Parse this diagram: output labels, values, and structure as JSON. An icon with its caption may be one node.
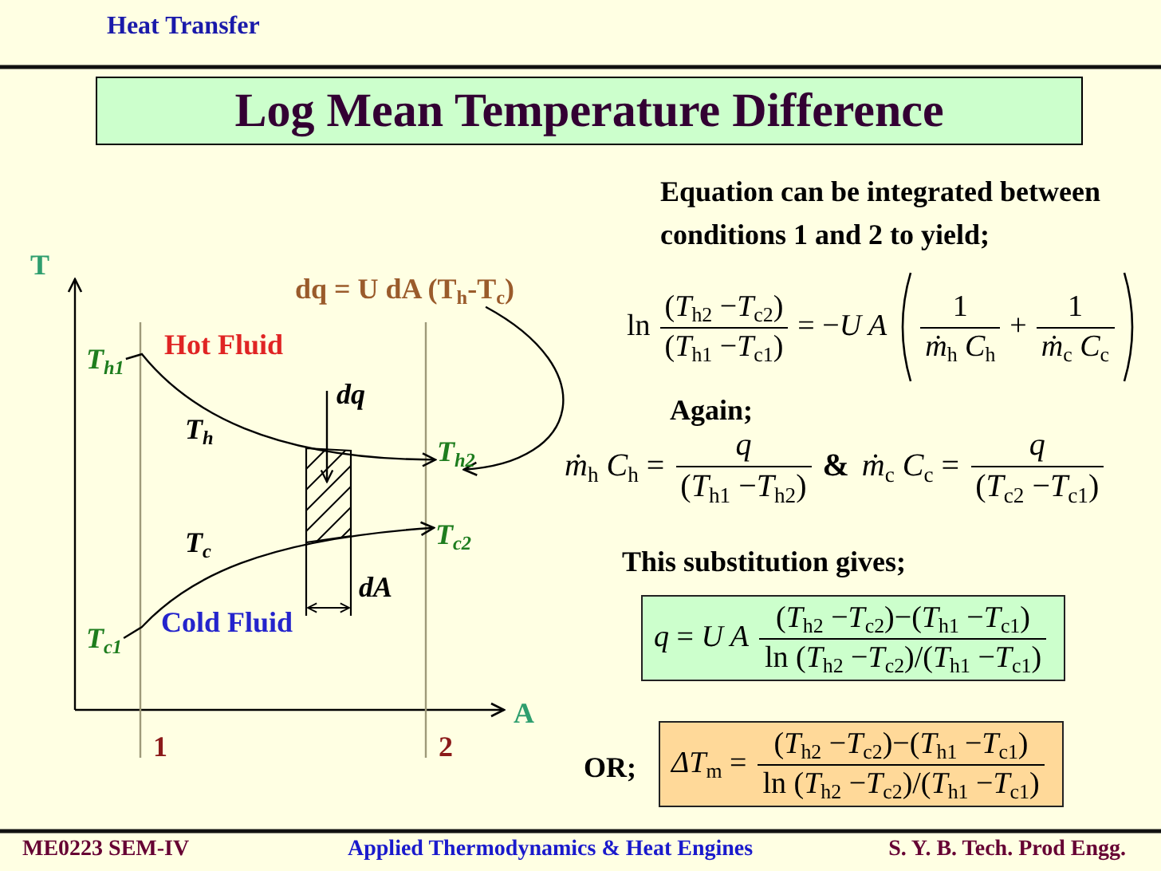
{
  "diagram": {
    "title": "Log Mean Temperature Difference",
    "nodes": [
      {
        "text": [
          "dq = U dA (T$_{h}$-T$_{c}$)"
        ]
      },
      {
        "text": [
          "T$_{h1}$"
        ]
      },
      {
        "text": [
          "T$_{h2}$"
        ]
      },
      {
        "text": [
          "T$_{c2}$"
        ]
      },
      {
        "text": [
          "T$_{c1}$"
        ]
      },
      {
        "text": [
          "*q* = *U A*",
          "(*T*$_{h2}$ −*T*$_{c2}$)−(*T*$_{h1}$ −*T*$_{c1}$)",
          "ln (*T*$_{h2}$ −*T*$_{c2}$)/(*T*$_{h1}$ −*T*$_{c1}$)"
        ]
      },
      {
        "text": [
          "*ΔT*$_{m}$ =",
          "(*T*$_{h2}$ −*T*$_{c2}$)−(*T*$_{h1}$ −*T*$_{c1}$)",
          "ln (*T*$_{h2}$ −*T*$_{c2}$)/(*T*$_{h1}$ −*T*$_{c1}$)"
        ]
      }
    ],
    "edges": [
      {
        "from": 0,
        "to": 2,
        "arrow": "to"
      },
      {
        "from": 1,
        "to": 2,
        "arrow": "to"
      },
      {
        "from": 4,
        "to": 3,
        "arrow": "to"
      }
    ],
    "labels": [
      "Heat Transfer",
      "T",
      "Equation can be integrated between conditions 1 and 2 to yield;",
      "Hot Fluid",
      "ln",
      "(*T*$_{h2}$ −*T*$_{c2}$)",
      "(*T*$_{h1}$ −*T*$_{c1}$)",
      "= −*U A*",
      "1",
      "*ṁ*$_{h}$ *C*$_{h}$",
      "+",
      "1",
      "*ṁ*$_{c}$ *C*$_{c}$",
      "T$_{h}$",
      "dq",
      "Again;",
      "*ṁ*$_{h}$ *C*$_{h}$ =",
      "*q*",
      "(*T*$_{h1}$ −*T*$_{h2}$)",
      "&",
      "*ṁ*$_{c}$ *C*$_{c}$ =",
      "*q*",
      "(*T*$_{c2}$ −*T*$_{c1}$)",
      "T$_{c}$",
      "dA",
      "This substitution gives;",
      "Cold Fluid",
      "1",
      "2",
      "A",
      "OR;",
      "ME0223 SEM-IV",
      "Applied Thermodynamics & Heat Engines",
      "S. Y. B. Tech. Prod Engg."
    ]
  }
}
